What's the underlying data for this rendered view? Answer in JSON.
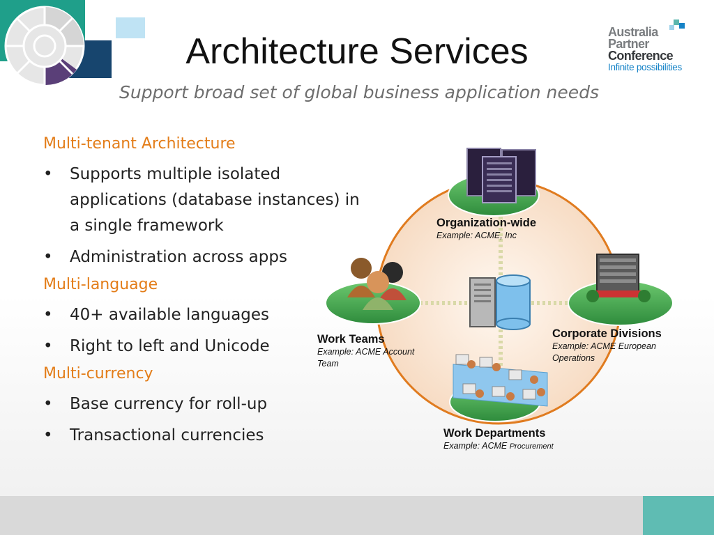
{
  "slide": {
    "title": "Architecture Services",
    "subtitle": "Support broad set of global business application needs"
  },
  "logo": {
    "line1": "Australia",
    "line2": "Partner",
    "line3": "Conference",
    "tagline": "Infinite possibilities"
  },
  "sections": [
    {
      "heading": "Multi-tenant Architecture",
      "bullets": [
        "Supports multiple isolated applications (database instances) in a single framework",
        "Administration across apps"
      ]
    },
    {
      "heading": "Multi-language",
      "bullets": [
        "40+ available languages",
        "Right to left and Unicode"
      ]
    },
    {
      "heading": "Multi-currency",
      "bullets": [
        "Base currency for roll-up",
        "Transactional currencies"
      ]
    }
  ],
  "bullet_char": "•",
  "diagram": {
    "nodes": [
      {
        "title": "Organization-wide",
        "example": "Example: ACME, Inc",
        "icon": "server-rack-icon"
      },
      {
        "title": "Work Teams",
        "example": "Example: ACME Account Team",
        "icon": "people-group-icon"
      },
      {
        "title": "Corporate Divisions",
        "example": "Example: ACME European Operations",
        "icon": "office-building-icon"
      },
      {
        "title": "Work Departments",
        "example_prefix": "Example: ACME",
        "example_suffix": "Procurement",
        "icon": "workstations-icon"
      }
    ],
    "center_icon": "database-server-icon"
  },
  "colors": {
    "heading_accent": "#e37d19",
    "ring": "#e07b1f",
    "disc_fill": "#fbeee2",
    "platform_green": "#3aa64a",
    "teal": "#1f9f8a",
    "navy": "#17456e",
    "logo_blue": "#1683c7"
  }
}
